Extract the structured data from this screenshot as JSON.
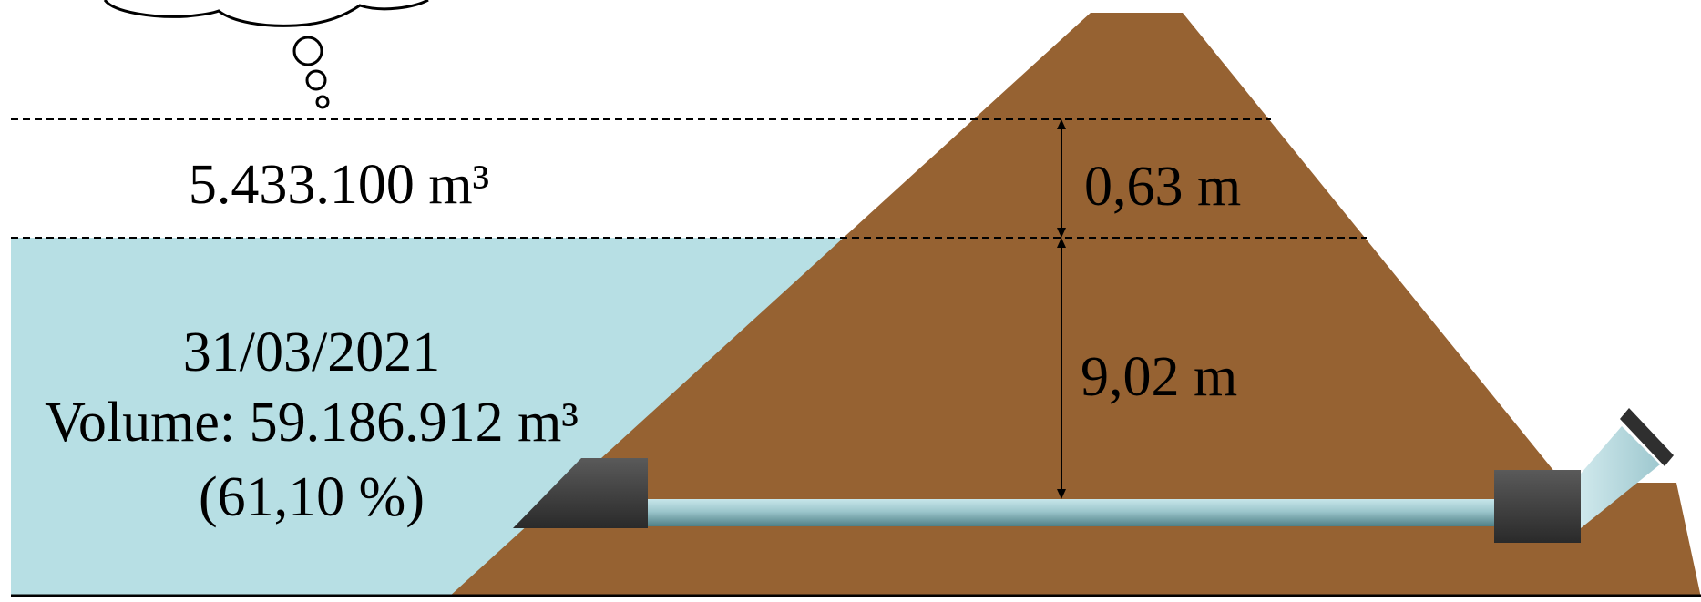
{
  "colors": {
    "water": "#b7dfe4",
    "soil": "#966232",
    "valve_dark": "#3a3a3a",
    "pipe": "#7fa9b0",
    "pipe_highlight": "#c7e6ea",
    "dashed_line": "#000000",
    "text": "#000000"
  },
  "capacity_remaining_label": "5.433.100 m³",
  "status": {
    "date": "31/03/2021",
    "volume": "Volume: 59.186.912 m³",
    "percent": "(61,10 %)"
  },
  "dimensions": {
    "freeboard": "0,63 m",
    "water_depth": "9,02 m"
  },
  "icons": {
    "thought_bubble": "thought-bubble-icon",
    "intake_valve": "intake-valve-icon",
    "outlet_valve": "outlet-valve-icon",
    "outlet_pipe": "outlet-pipe-icon"
  }
}
